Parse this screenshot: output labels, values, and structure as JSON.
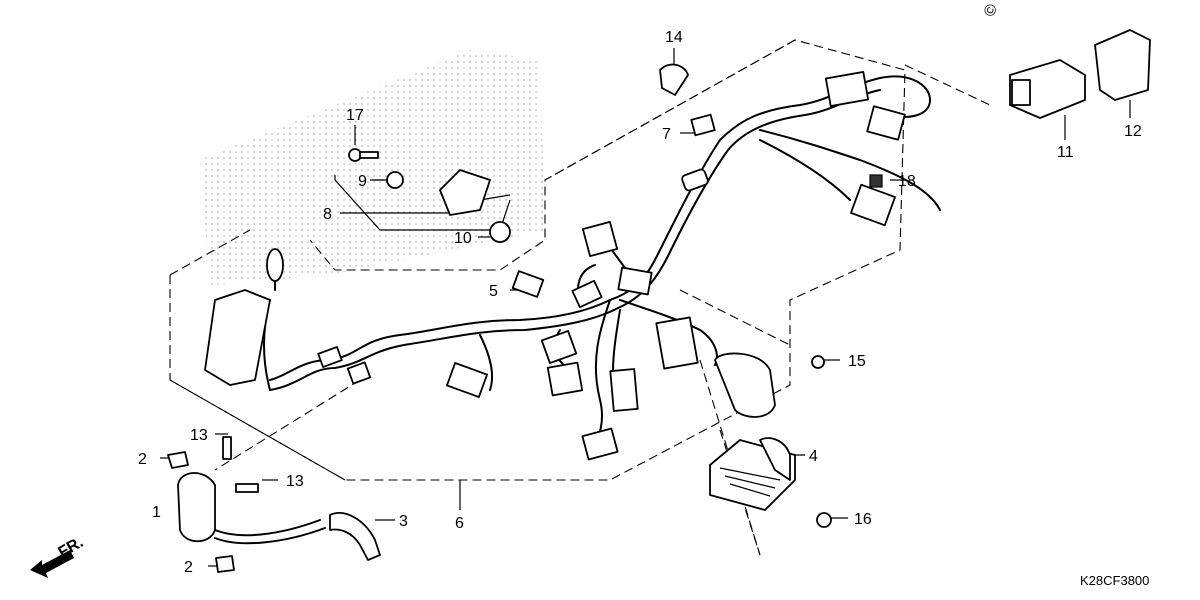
{
  "diagram": {
    "code": "K28CF3800",
    "front_arrow": "FR.",
    "copyright_symbol": "©",
    "callouts": {
      "c1": "1",
      "c2a": "2",
      "c2b": "2",
      "c3": "3",
      "c4": "4",
      "c5": "5",
      "c6": "6",
      "c7": "7",
      "c8": "8",
      "c9": "9",
      "c10": "10",
      "c11": "11",
      "c12": "12",
      "c13a": "13",
      "c13b": "13",
      "c14": "14",
      "c15": "15",
      "c16": "16",
      "c17": "17",
      "c18": "18"
    }
  }
}
